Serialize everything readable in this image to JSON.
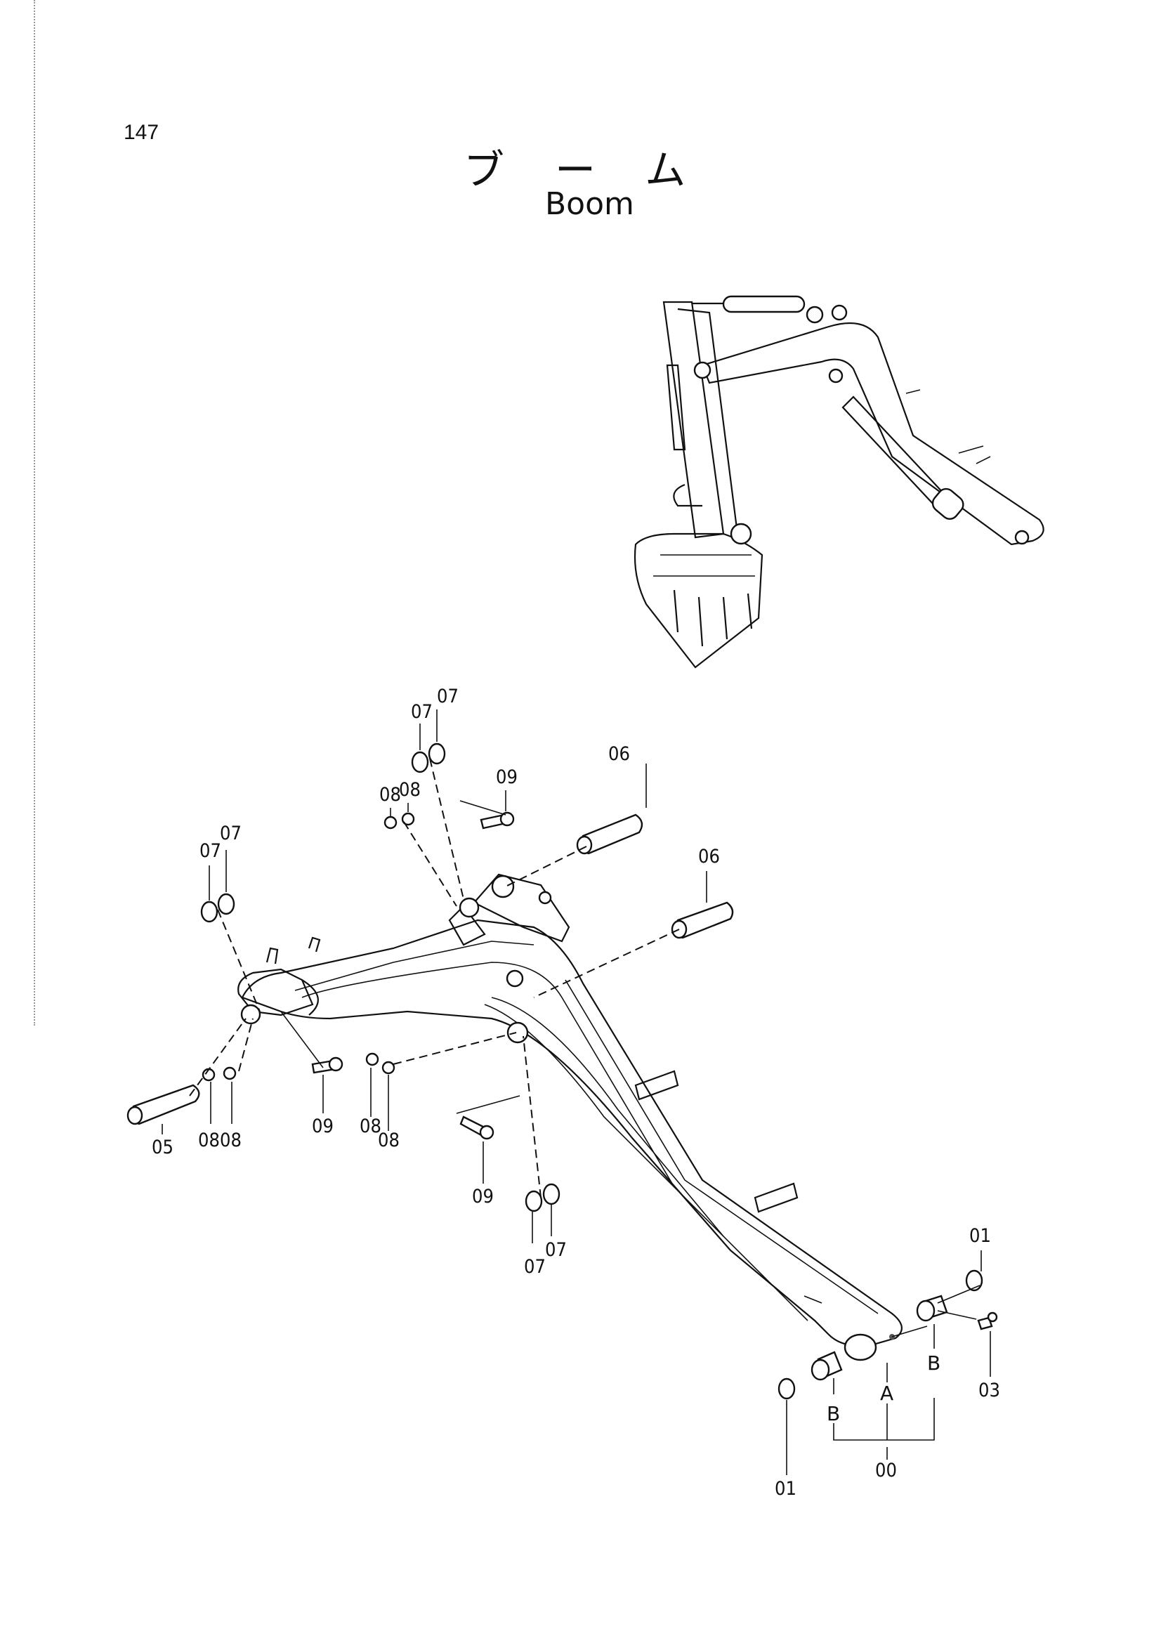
{
  "page": {
    "number": "147",
    "title_jp": "ブーム",
    "title_en": "Boom"
  },
  "callouts": {
    "c00": "00",
    "c01a": "01",
    "c01b": "01",
    "c03": "03",
    "c05": "05",
    "c06a": "06",
    "c06b": "06",
    "c07a": "07",
    "c07b": "07",
    "c07c": "07",
    "c07d": "07",
    "c07e": "07",
    "c07f": "07",
    "c08a": "08",
    "c08b": "08",
    "c08c": "08",
    "c08d": "08",
    "c08e": "08",
    "c08f": "08",
    "c09a": "09",
    "c09b": "09",
    "c09c": "09",
    "markA": "A",
    "markB1": "B",
    "markB2": "B"
  }
}
